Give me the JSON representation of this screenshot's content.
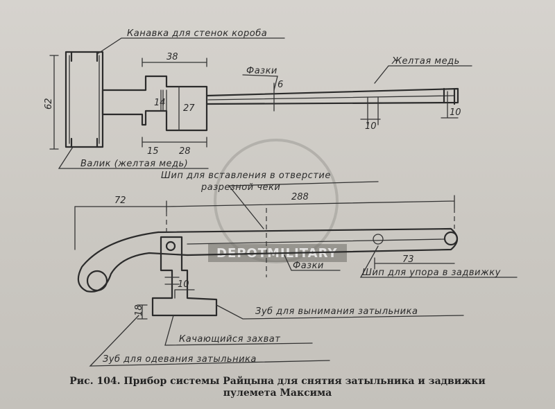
{
  "labels": {
    "groove": "Канавка для стенок короба",
    "yellow_copper": "Желтая медь",
    "chamfers_top": "Фазки",
    "roller": "Валик (желтая медь)",
    "pin_line1": "Шип для вставления в отверстие",
    "pin_line2": "разрезной чеки",
    "chamfers_bottom": "Фазки",
    "stop_pin": "Шип для упора в задвижку",
    "tooth_remove": "Зуб для вынимания затыльника",
    "swing_grip": "Качающийся захват",
    "tooth_put": "Зуб для одевания затыльника"
  },
  "dimensions": {
    "d62": "62",
    "d38": "38",
    "d14": "14",
    "d27": "27",
    "d15": "15",
    "d28": "28",
    "d6": "6",
    "d10a": "10",
    "d10b": "10",
    "d72": "72",
    "d288": "288",
    "d73": "73",
    "d10c": "10",
    "d18": "18"
  },
  "watermark": {
    "text": "DEPOTMILITARY"
  },
  "caption": {
    "line1": "Рис. 104. Прибор системы Райцына для снятия затыльника и задвижки",
    "line2": "пулемета Максима"
  }
}
